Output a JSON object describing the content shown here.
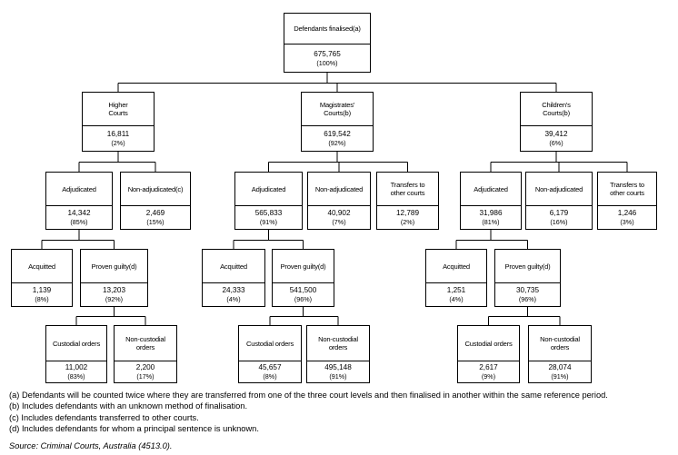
{
  "diagram": {
    "nodes": [
      {
        "id": "root",
        "label": "Defendants finalised(a)",
        "count": "675,765",
        "pct": "(100%)"
      },
      {
        "id": "higher",
        "label": "Higher\nCourts",
        "count": "16,811",
        "pct": "(2%)"
      },
      {
        "id": "mag",
        "label": "Magistrates'\nCourts(b)",
        "count": "619,542",
        "pct": "(92%)"
      },
      {
        "id": "child",
        "label": "Children's\nCourts(b)",
        "count": "39,412",
        "pct": "(6%)"
      },
      {
        "id": "h_adj",
        "label": "Adjudicated",
        "count": "14,342",
        "pct": "(85%)"
      },
      {
        "id": "h_nonadj",
        "label": "Non-adjudicated(c)",
        "count": "2,469",
        "pct": "(15%)"
      },
      {
        "id": "m_adj",
        "label": "Adjudicated",
        "count": "565,833",
        "pct": "(91%)"
      },
      {
        "id": "m_nonadj",
        "label": "Non-adjudicated",
        "count": "40,902",
        "pct": "(7%)"
      },
      {
        "id": "m_trans",
        "label": "Transfers to\nother courts",
        "count": "12,789",
        "pct": "(2%)"
      },
      {
        "id": "c_adj",
        "label": "Adjudicated",
        "count": "31,986",
        "pct": "(81%)"
      },
      {
        "id": "c_nonadj",
        "label": "Non-adjudicated",
        "count": "6,179",
        "pct": "(16%)"
      },
      {
        "id": "c_trans",
        "label": "Transfers to\nother courts",
        "count": "1,246",
        "pct": "(3%)"
      },
      {
        "id": "h_acq",
        "label": "Acquitted",
        "count": "1,139",
        "pct": "(8%)"
      },
      {
        "id": "h_guilty",
        "label": "Proven guilty(d)",
        "count": "13,203",
        "pct": "(92%)"
      },
      {
        "id": "m_acq",
        "label": "Acquitted",
        "count": "24,333",
        "pct": "(4%)"
      },
      {
        "id": "m_guilty",
        "label": "Proven guilty(d)",
        "count": "541,500",
        "pct": "(96%)"
      },
      {
        "id": "c_acq",
        "label": "Acquitted",
        "count": "1,251",
        "pct": "(4%)"
      },
      {
        "id": "c_guilty",
        "label": "Proven guilty(d)",
        "count": "30,735",
        "pct": "(96%)"
      },
      {
        "id": "h_cust",
        "label": "Custodial orders",
        "count": "11,002",
        "pct": "(83%)"
      },
      {
        "id": "h_noncust",
        "label": "Non-custodial\norders",
        "count": "2,200",
        "pct": "(17%)"
      },
      {
        "id": "m_cust",
        "label": "Custodial orders",
        "count": "45,657",
        "pct": "(8%)"
      },
      {
        "id": "m_noncust",
        "label": "Non-custodial\norders",
        "count": "495,148",
        "pct": "(91%)"
      },
      {
        "id": "c_cust",
        "label": "Custodial orders",
        "count": "2,617",
        "pct": "(9%)"
      },
      {
        "id": "c_noncust",
        "label": "Non-custodial\norders",
        "count": "28,074",
        "pct": "(91%)"
      }
    ],
    "edges": [
      [
        "root",
        "higher"
      ],
      [
        "root",
        "mag"
      ],
      [
        "root",
        "child"
      ],
      [
        "higher",
        "h_adj"
      ],
      [
        "higher",
        "h_nonadj"
      ],
      [
        "mag",
        "m_adj"
      ],
      [
        "mag",
        "m_nonadj"
      ],
      [
        "mag",
        "m_trans"
      ],
      [
        "child",
        "c_adj"
      ],
      [
        "child",
        "c_nonadj"
      ],
      [
        "child",
        "c_trans"
      ],
      [
        "h_adj",
        "h_acq"
      ],
      [
        "h_adj",
        "h_guilty"
      ],
      [
        "m_adj",
        "m_acq"
      ],
      [
        "m_adj",
        "m_guilty"
      ],
      [
        "c_adj",
        "c_acq"
      ],
      [
        "c_adj",
        "c_guilty"
      ],
      [
        "h_guilty",
        "h_cust"
      ],
      [
        "h_guilty",
        "h_noncust"
      ],
      [
        "m_guilty",
        "m_cust"
      ],
      [
        "m_guilty",
        "m_noncust"
      ],
      [
        "c_guilty",
        "c_cust"
      ],
      [
        "c_guilty",
        "c_noncust"
      ]
    ]
  },
  "footnotes": [
    "(a) Defendants will be counted twice where they are transferred from one of the three court levels and then finalised in another within the same reference period.",
    "(b) Includes defendants with an unknown method of finalisation.",
    "(c) Includes defendants transferred to other courts.",
    "(d) Includes defendants for whom a principal sentence is unknown."
  ],
  "source": "Source: Criminal Courts, Australia (4513.0)."
}
